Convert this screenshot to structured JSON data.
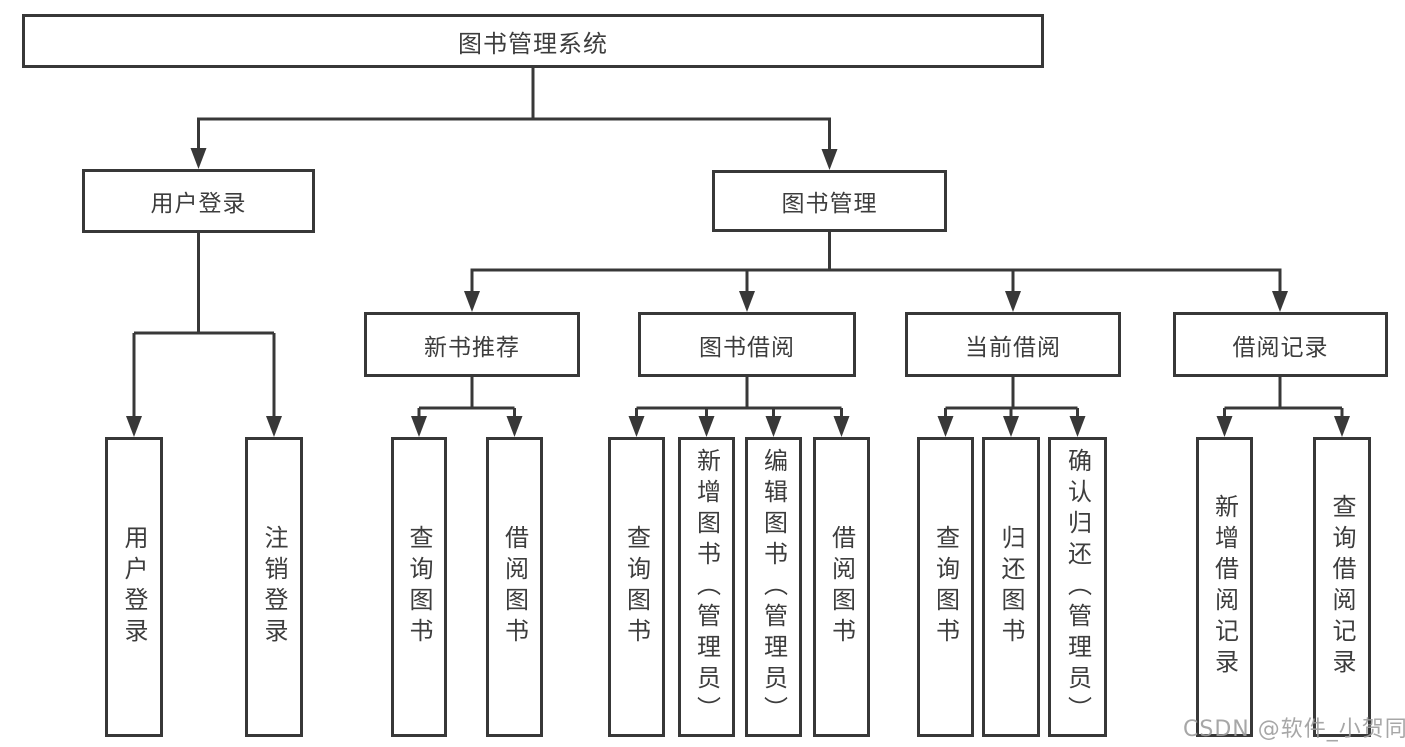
{
  "colors": {
    "line": "#383838",
    "node_border": "#383838",
    "node_text": "#3d3d3d",
    "watermark": "#9e9e9e",
    "background": "#ffffff"
  },
  "watermark": "CSDN @软件_小贺同学",
  "tree": {
    "root": {
      "label": "图书管理系统"
    },
    "branches": [
      {
        "label": "用户登录",
        "children": [
          {
            "label": "用户登录"
          },
          {
            "label": "注销登录"
          }
        ]
      },
      {
        "label": "图书管理",
        "children": [
          {
            "label": "新书推荐",
            "children": [
              {
                "label": "查询图书"
              },
              {
                "label": "借阅图书"
              }
            ]
          },
          {
            "label": "图书借阅",
            "children": [
              {
                "label": "查询图书"
              },
              {
                "label": "新增图书（管理员）"
              },
              {
                "label": "编辑图书（管理员）"
              },
              {
                "label": "借阅图书"
              }
            ]
          },
          {
            "label": "当前借阅",
            "children": [
              {
                "label": "查询图书"
              },
              {
                "label": "归还图书"
              },
              {
                "label": "确认归还（管理员）"
              }
            ]
          },
          {
            "label": "借阅记录",
            "children": [
              {
                "label": "新增借阅记录"
              },
              {
                "label": "查询借阅记录"
              }
            ]
          }
        ]
      }
    ]
  }
}
